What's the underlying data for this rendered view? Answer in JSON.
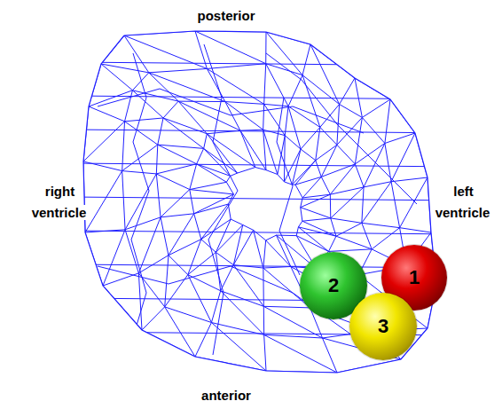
{
  "diagram": {
    "nodes": [
      {
        "text": [
          "1"
        ]
      },
      {
        "text": [
          "2"
        ]
      },
      {
        "text": [
          "3"
        ]
      }
    ],
    "labels": [
      "posterior",
      "right ventricle",
      "left ventricle",
      "anterior"
    ]
  }
}
